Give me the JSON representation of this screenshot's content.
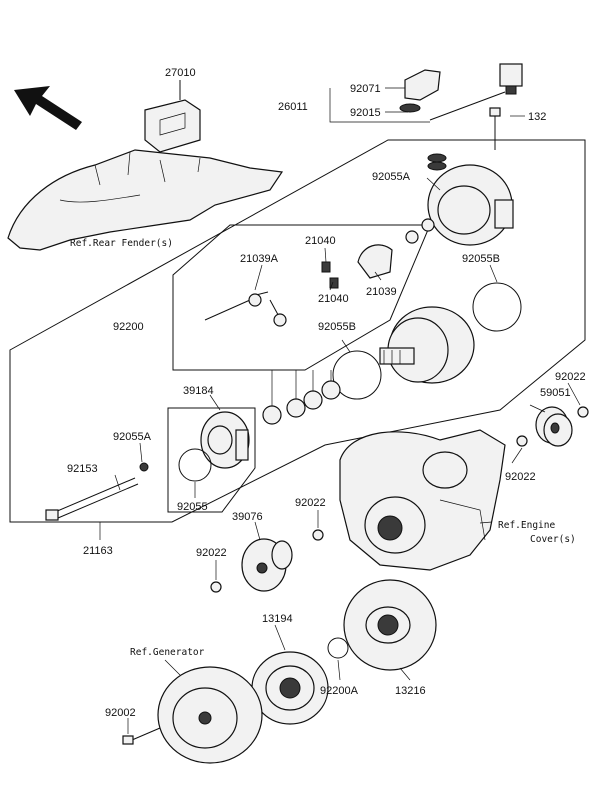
{
  "labels": {
    "p27010": "27010",
    "p92071": "92071",
    "p26011": "26011",
    "p92015": "92015",
    "p132": "132",
    "p92055A_top": "92055A",
    "p21040_a": "21040",
    "p21039A": "21039A",
    "p92055B_right": "92055B",
    "p92200": "92200",
    "p21040_b": "21040",
    "p21039": "21039",
    "p92055B_mid": "92055B",
    "p39184": "39184",
    "p59051": "59051",
    "p92022_a": "92022",
    "p92055A_left": "92055A",
    "p92153": "92153",
    "p92022_b": "92022",
    "p92022_c": "92022",
    "p92055": "92055",
    "p39076": "39076",
    "p21163": "21163",
    "p92022_d": "92022",
    "p13194": "13194",
    "p92002": "92002",
    "p92200A": "92200A",
    "p13216": "13216"
  },
  "refs": {
    "rear_fender": "Ref.Rear Fender(s)",
    "engine_cover_1": "Ref.Engine",
    "engine_cover_2": "Cover(s)",
    "generator": "Ref.Generator"
  },
  "icons": {
    "direction": "front-direction-arrow-icon"
  }
}
